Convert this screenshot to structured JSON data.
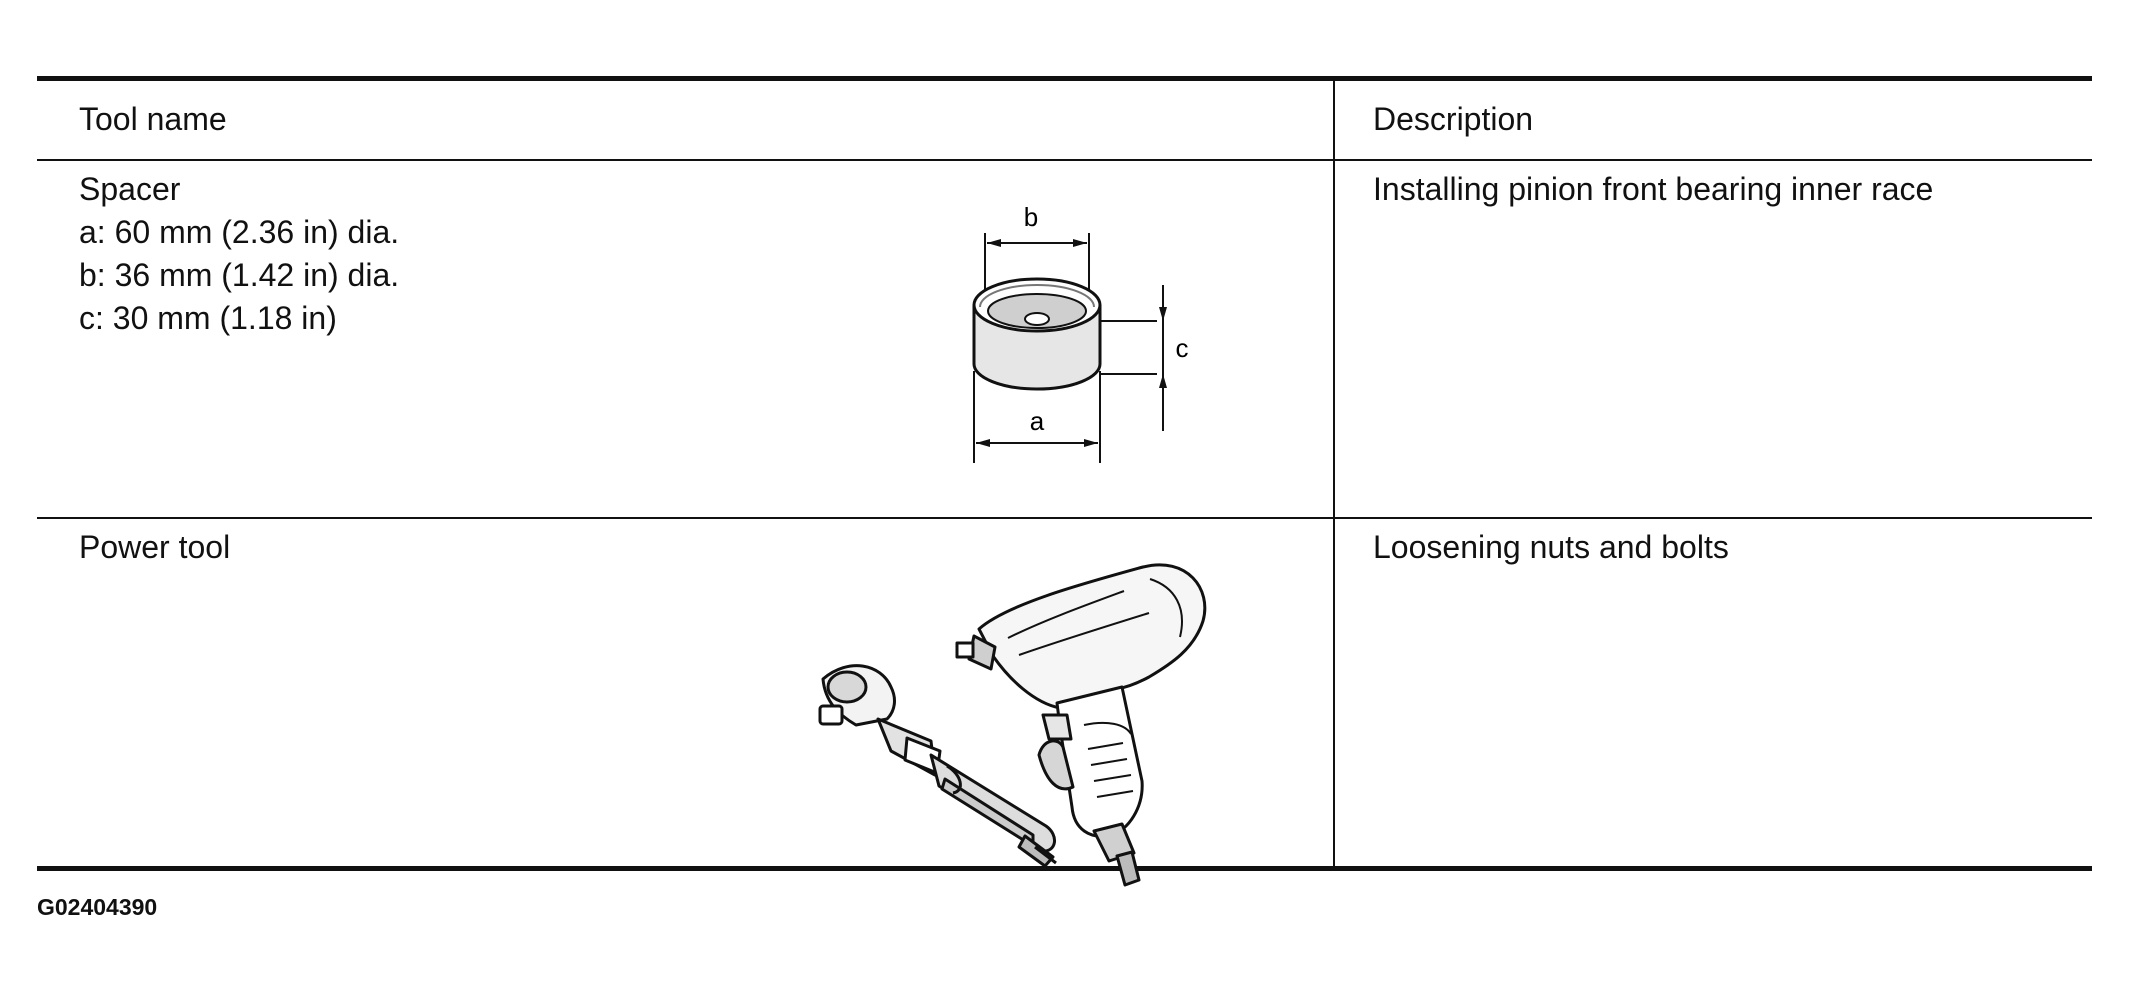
{
  "table": {
    "headers": {
      "tool_name": "Tool name",
      "description": "Description"
    },
    "rows": [
      {
        "name": "Spacer",
        "specs": [
          "a: 60 mm (2.36 in) dia.",
          "b: 36 mm (1.42 in) dia.",
          "c: 30 mm (1.18 in)"
        ],
        "description": "Installing pinion front bearing inner race",
        "figure_labels": {
          "a": "a",
          "b": "b",
          "c": "c"
        }
      },
      {
        "name": "Power tool",
        "description": "Loosening nuts and bolts"
      }
    ]
  },
  "figure_code": "G02404390"
}
